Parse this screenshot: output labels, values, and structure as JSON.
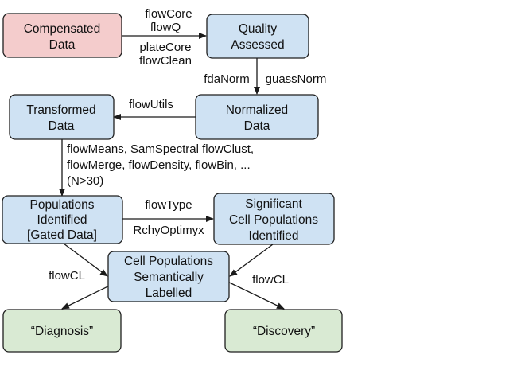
{
  "colors": {
    "source_fill": "#f4cccc",
    "process_fill": "#cfe2f3",
    "outcome_fill": "#d9ead3",
    "line": "#1a1a1a"
  },
  "nodes": {
    "compensated": {
      "lines": [
        "Compensated",
        "Data"
      ]
    },
    "quality": {
      "lines": [
        "Quality",
        "Assessed"
      ]
    },
    "normalized": {
      "lines": [
        "Normalized",
        "Data"
      ]
    },
    "transformed": {
      "lines": [
        "Transformed",
        "Data"
      ]
    },
    "populations": {
      "lines": [
        "Populations",
        "Identified",
        "[Gated Data]"
      ]
    },
    "significant": {
      "lines": [
        "Significant",
        "Cell Populations",
        "Identified"
      ]
    },
    "semantic": {
      "lines": [
        "Cell Populations",
        "Semantically",
        "Labelled"
      ]
    },
    "diagnosis": {
      "lines": [
        "“Diagnosis”"
      ]
    },
    "discovery": {
      "lines": [
        "“Discovery”"
      ]
    }
  },
  "edge_labels": {
    "qc_top": [
      "flowCore",
      "flowQ"
    ],
    "qc_bottom": [
      "plateCore",
      "flowClean"
    ],
    "norm_left": "fdaNorm",
    "norm_right": "guassNorm",
    "transform": "flowUtils",
    "gating": [
      "flowMeans, SamSpectral flowClust,",
      "flowMerge, flowDensity, flowBin, ...",
      "(N>30)"
    ],
    "type_top": "flowType",
    "type_bottom": "RchyOptimyx",
    "cl_left": "flowCL",
    "cl_right": "flowCL"
  }
}
